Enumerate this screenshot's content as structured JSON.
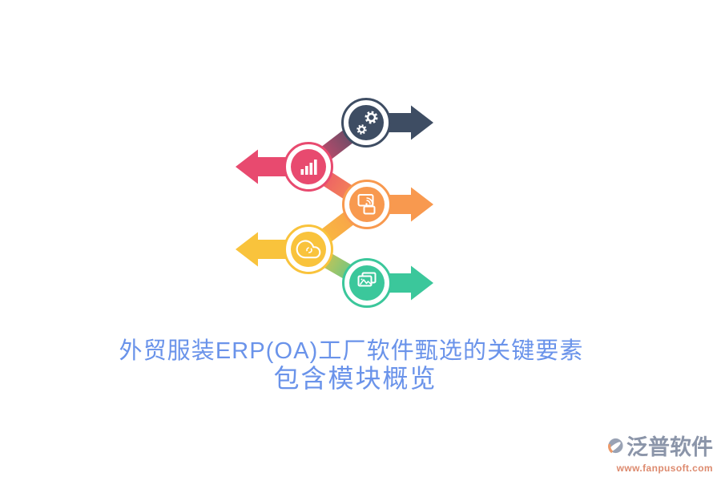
{
  "background": "#ffffff",
  "title": {
    "line1": "外贸服装ERP(OA)工厂软件甄选的关键要素",
    "line2": "包含模块概览",
    "color": "#6a93ea"
  },
  "infographic": {
    "steps": [
      {
        "icon": "gears",
        "color": "#3e4d63",
        "arrow_direction": "right"
      },
      {
        "icon": "bar-chart",
        "color": "#e84a6f",
        "arrow_direction": "left"
      },
      {
        "icon": "screen-cast",
        "color": "#f8994f",
        "arrow_direction": "right"
      },
      {
        "icon": "cloud-sync",
        "color": "#f9c33c",
        "arrow_direction": "left"
      },
      {
        "icon": "photos",
        "color": "#3bc79b",
        "arrow_direction": "right"
      }
    ]
  },
  "watermark": {
    "brand": "泛普软件",
    "brand_color": "#8b95a9",
    "url": "www.fanpusoft.com",
    "url_color": "#dd8a6e",
    "logo_gray": "#99a2b4",
    "logo_orange": "#ec9a6a"
  }
}
